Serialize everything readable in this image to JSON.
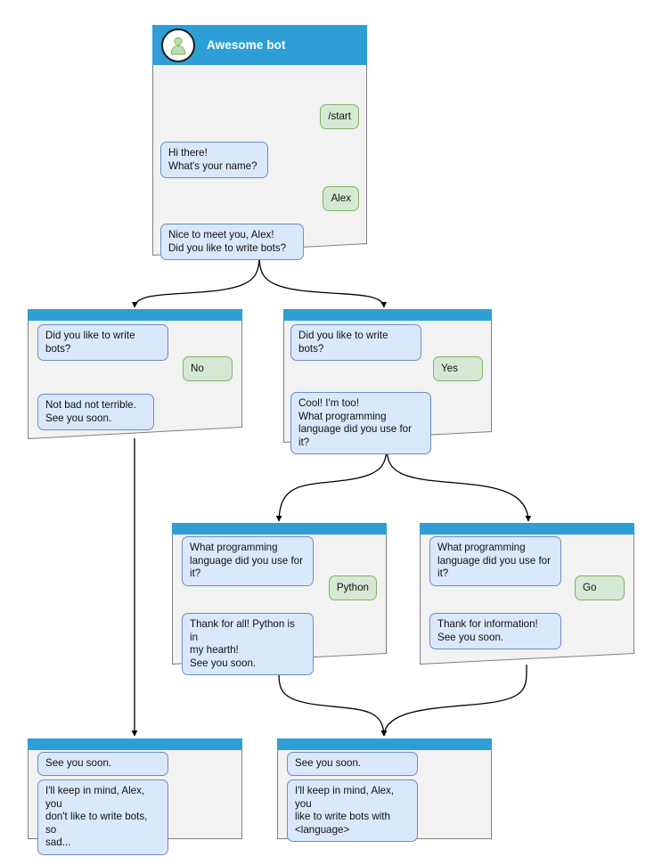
{
  "diagram": {
    "title": "Telegram bot conversation flow",
    "colors": {
      "header_blue": "#2e9fd6",
      "card_body": "#f2f2f2",
      "card_border": "#808080",
      "bot_bubble_fill": "#dae8fc",
      "bot_bubble_border": "#6c8ebf",
      "user_bubble_fill": "#d5e8d4",
      "user_bubble_border": "#82b366",
      "edge_stroke": "#000000",
      "avatar_person": "#b9dcb2",
      "text": "#111111"
    }
  },
  "nodes": [
    {
      "id": "start",
      "title": "Awesome bot",
      "has_header_title": true,
      "avatar_icon": "person-avatar-icon",
      "messages": [
        {
          "side": "user",
          "text": "/start"
        },
        {
          "side": "bot",
          "text": "Hi there!\nWhat's your name?"
        },
        {
          "side": "user",
          "text": "Alex"
        },
        {
          "side": "bot",
          "text": "Nice to meet you, Alex!\nDid you like to write bots?"
        }
      ]
    },
    {
      "id": "answer-no",
      "title": "",
      "has_header_title": false,
      "messages": [
        {
          "side": "bot",
          "text": "Did you like to write bots?"
        },
        {
          "side": "user",
          "text": "No"
        },
        {
          "side": "bot",
          "text": "Not bad not terrible.\nSee you soon."
        }
      ]
    },
    {
      "id": "answer-yes",
      "title": "",
      "has_header_title": false,
      "messages": [
        {
          "side": "bot",
          "text": "Did you like to write bots?"
        },
        {
          "side": "user",
          "text": "Yes"
        },
        {
          "side": "bot",
          "text": "Cool! I'm too!\nWhat programming\nlanguage did you use for it?"
        }
      ]
    },
    {
      "id": "lang-python",
      "title": "",
      "has_header_title": false,
      "messages": [
        {
          "side": "bot",
          "text": "What programming\nlanguage did you use for it?"
        },
        {
          "side": "user",
          "text": "Python"
        },
        {
          "side": "bot",
          "text": "Thank for all! Python is in\nmy hearth!\nSee you soon."
        }
      ]
    },
    {
      "id": "lang-go",
      "title": "",
      "has_header_title": false,
      "messages": [
        {
          "side": "bot",
          "text": "What programming\nlanguage did you use for it?"
        },
        {
          "side": "user",
          "text": "Go"
        },
        {
          "side": "bot",
          "text": "Thank for information!\nSee you soon."
        }
      ]
    },
    {
      "id": "end-sad",
      "title": "",
      "has_header_title": false,
      "messages": [
        {
          "side": "bot",
          "text": "See you soon."
        },
        {
          "side": "bot",
          "text": "I'll keep in mind, Alex, you\ndon't like to write bots, so\nsad..."
        }
      ]
    },
    {
      "id": "end-happy",
      "title": "",
      "has_header_title": false,
      "messages": [
        {
          "side": "bot",
          "text": "See you soon."
        },
        {
          "side": "bot",
          "text": "I'll keep in mind, Alex, you\nlike to write bots with\n<language>"
        }
      ]
    }
  ]
}
